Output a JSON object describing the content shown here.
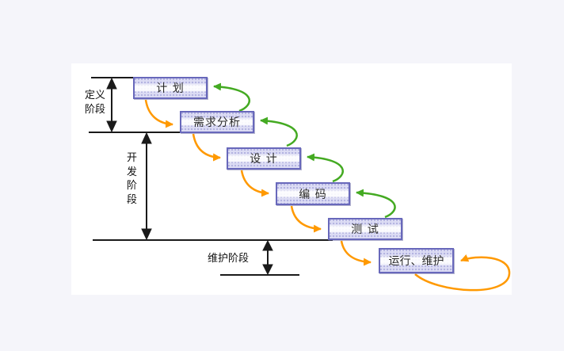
{
  "diagram": {
    "type": "waterfall-model-flowchart",
    "boxes": [
      {
        "id": "plan",
        "label": "计 划"
      },
      {
        "id": "requirements",
        "label": "需求分析"
      },
      {
        "id": "design",
        "label": "设 计"
      },
      {
        "id": "coding",
        "label": "编 码"
      },
      {
        "id": "testing",
        "label": "测 试"
      },
      {
        "id": "operation",
        "label": "运行、维护"
      }
    ],
    "phases": [
      {
        "id": "definition",
        "label": "定义阶段"
      },
      {
        "id": "development",
        "label": "开发阶段"
      },
      {
        "id": "maintenance",
        "label": "维护阶段"
      }
    ],
    "arrows": {
      "forward_color": "#ff9900",
      "backward_color": "#44aa22",
      "dimension_color": "#1a1a1a"
    },
    "colors": {
      "page_background": "#f5f5fa",
      "panel_background": "#ffffff",
      "box_fill": "#dcdcf4",
      "box_dot": "#b2b2e0",
      "box_border": "#6868bb"
    }
  }
}
